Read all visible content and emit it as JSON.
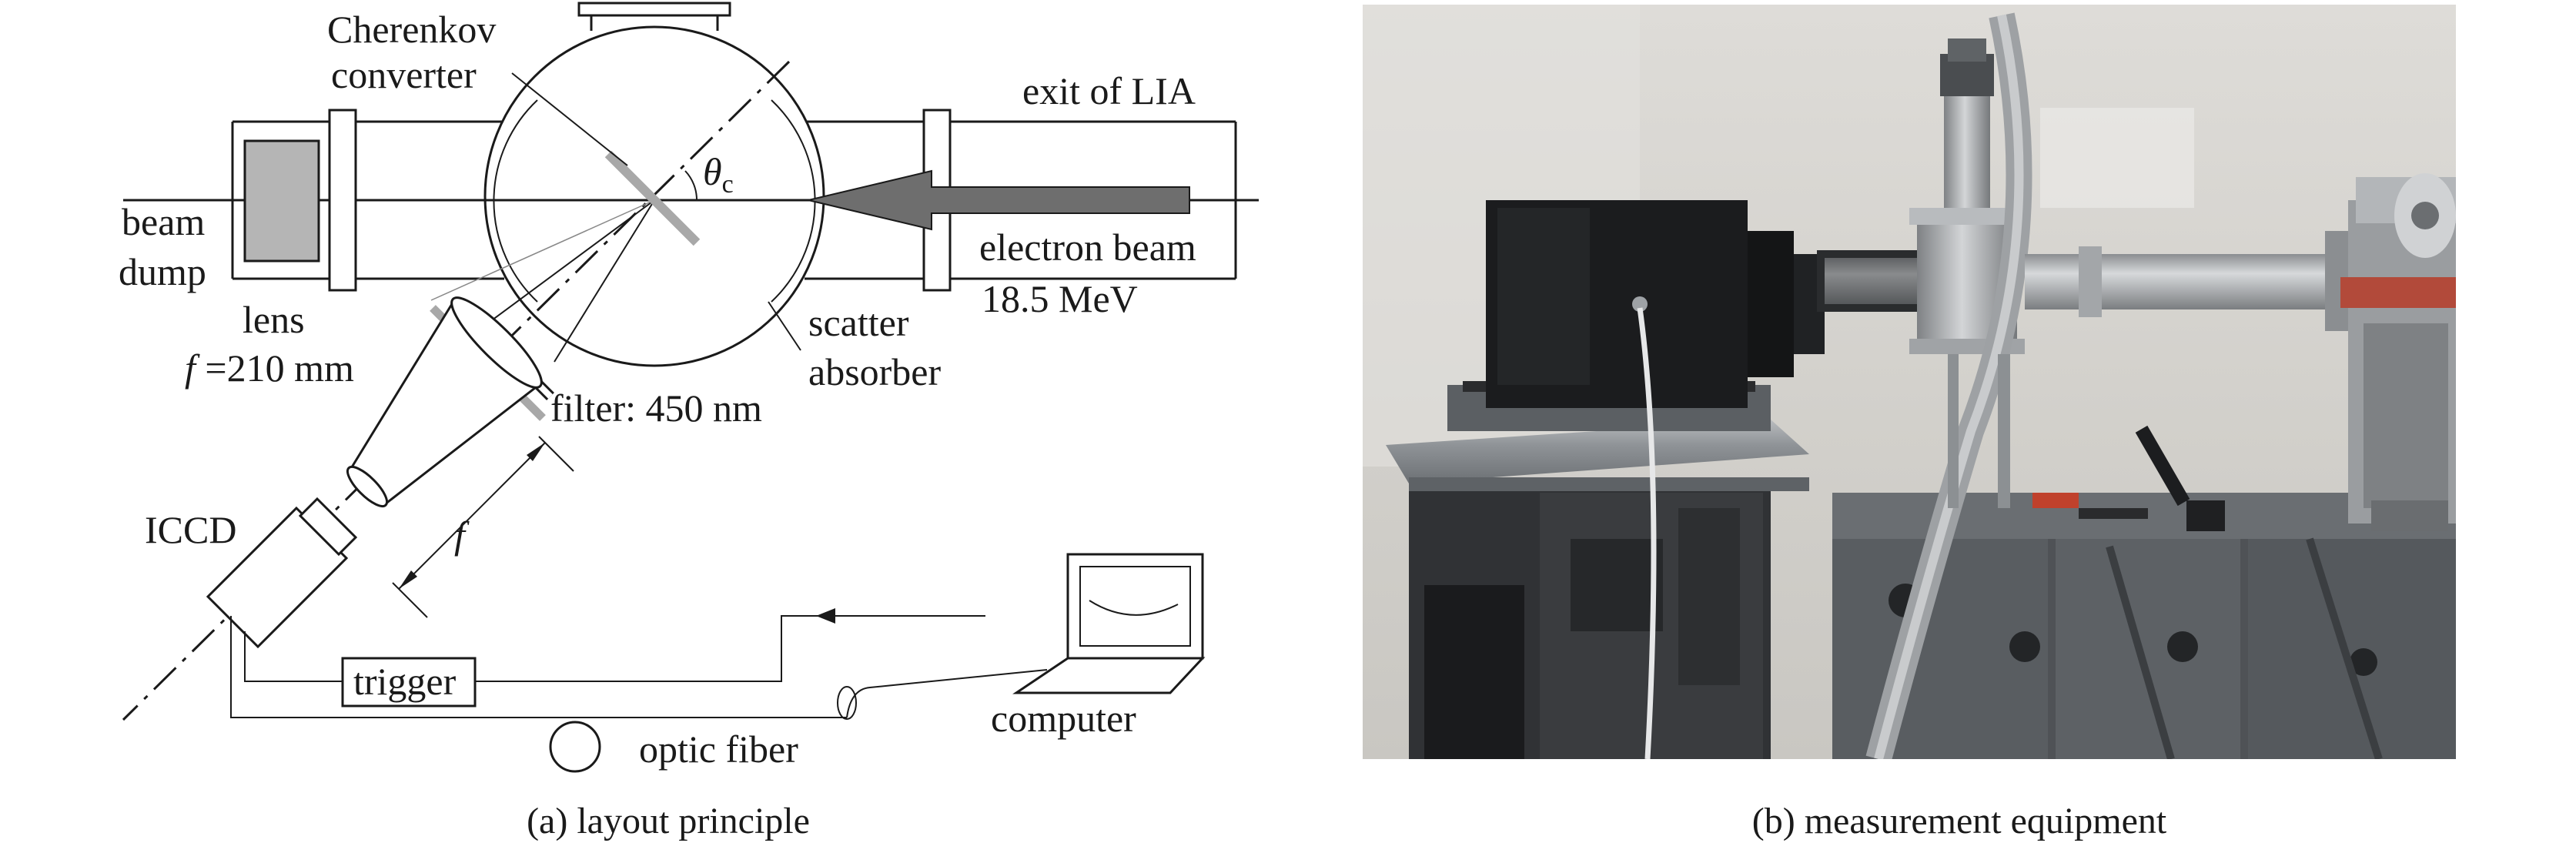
{
  "panel_a": {
    "caption": "(a) layout principle",
    "labels": {
      "cherenkov_line1": "Cherenkov",
      "cherenkov_line2": "converter",
      "exit": "exit of LIA",
      "theta_main": "θ",
      "theta_sub": "c",
      "beam_dump_line1": "beam",
      "beam_dump_line2": "dump",
      "electron_beam": "electron beam",
      "energy": "18.5 MeV",
      "lens": "lens",
      "focal_italic": "f",
      "focal_rest": " =210 mm",
      "scatter": "scatter",
      "absorber": "absorber",
      "filter": "filter: 450 nm",
      "f_distance": "f",
      "iccd": "ICCD",
      "trigger": "trigger",
      "computer": "computer",
      "optic_fiber": "optic fiber"
    }
  },
  "panel_b": {
    "caption": "(b) measurement  equipment"
  },
  "colors": {
    "line": "#1a1a1a",
    "dump_fill": "#b5b5b5",
    "beam_arrow": "#6e6e6e",
    "converter": "#a8a8a8",
    "photo_wall": "#d9d8d4"
  }
}
